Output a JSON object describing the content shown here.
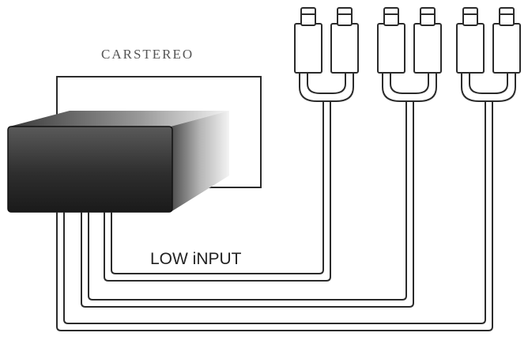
{
  "diagram": {
    "unit_label": "CARSTEREO",
    "wire_label": "LOW iNPUT",
    "colors": {
      "line": "#2b2b2b",
      "unit_dark": "#2e2e2e",
      "unit_light": "#f4f4f4",
      "background": "#ffffff"
    },
    "connector_pairs": 3,
    "plugs_per_pair": 2,
    "wire_count": 3,
    "icons": [
      "rca-plug-icon",
      "head-unit-icon"
    ]
  }
}
